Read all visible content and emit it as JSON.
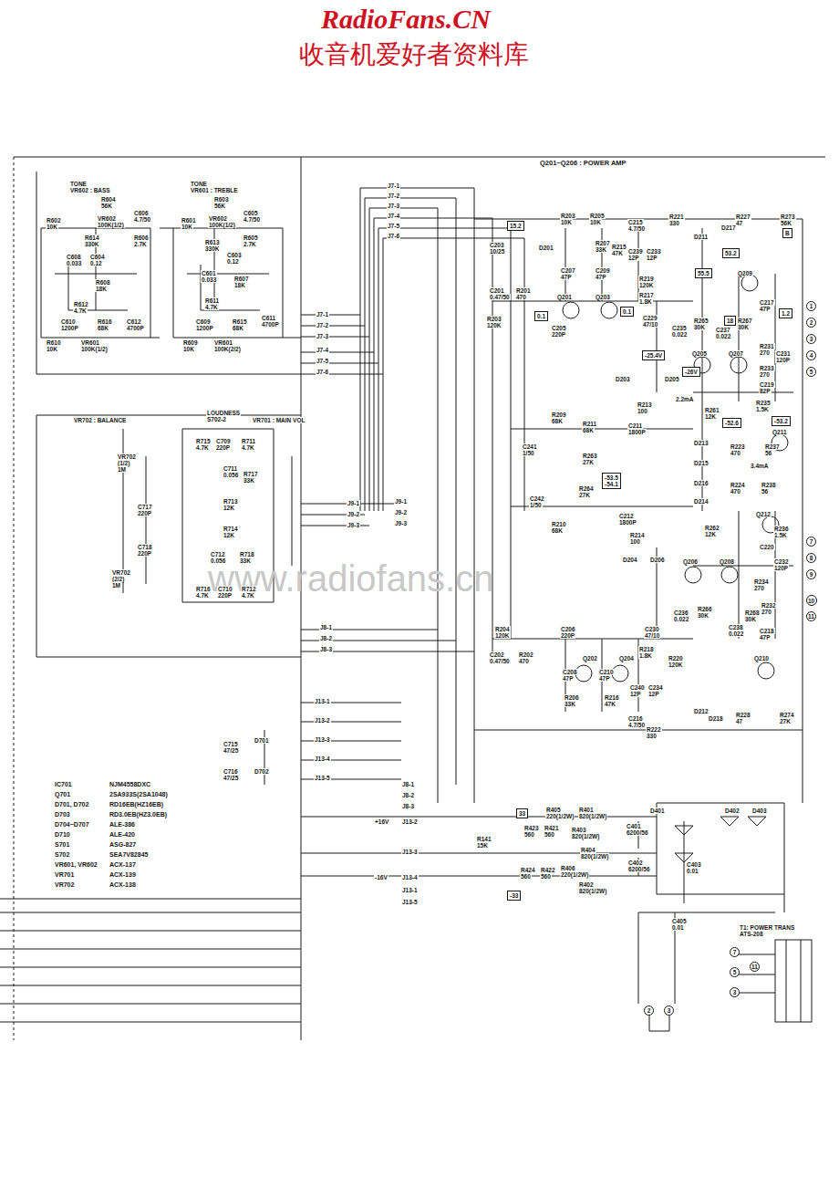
{
  "diagram": {
    "nodes": [
      {
        "text": [
          "15.2"
        ]
      },
      {
        "text": [
          "0.1"
        ]
      },
      {
        "text": [
          "0.1"
        ]
      },
      {
        "text": [
          "55.5"
        ]
      },
      {
        "text": [
          "53.2"
        ]
      },
      {
        "text": [
          "18"
        ]
      },
      {
        "text": [
          "1.2"
        ]
      },
      {
        "text": [
          "B"
        ]
      },
      {
        "text": [
          "-25.4V"
        ]
      },
      {
        "text": [
          "-26V"
        ]
      },
      {
        "text": [
          "-52.6"
        ]
      },
      {
        "text": [
          "-53.2"
        ]
      },
      {
        "text": [
          "-53.5",
          "-54.1"
        ]
      },
      {
        "text": [
          "33"
        ]
      },
      {
        "text": [
          "-33"
        ]
      },
      {
        "text": [
          "1"
        ]
      },
      {
        "text": [
          "2"
        ]
      },
      {
        "text": [
          "3"
        ]
      },
      {
        "text": [
          "4"
        ]
      },
      {
        "text": [
          "5"
        ]
      },
      {
        "text": [
          "7"
        ]
      },
      {
        "text": [
          "8"
        ]
      },
      {
        "text": [
          "9"
        ]
      },
      {
        "text": [
          "10"
        ]
      },
      {
        "text": [
          "11"
        ]
      },
      {
        "text": [
          "2"
        ]
      },
      {
        "text": [
          "3"
        ]
      },
      {
        "text": [
          "7"
        ]
      },
      {
        "text": [
          "5"
        ]
      },
      {
        "text": [
          "11"
        ]
      },
      {
        "text": [
          "3"
        ]
      }
    ],
    "labels": [
      "RadioFans.CN",
      "收音机爱好者资料库",
      "www.radiofans.cn",
      "Q201~Q206 : POWER AMP",
      "TONE",
      "VR602 : BASS",
      "R604",
      "56K",
      "R602",
      "10K",
      "VR602",
      "100K(1/2)",
      "C606",
      "4.7/50",
      "R606",
      "2.7K",
      "R614",
      "330K",
      "C608",
      "0.033",
      "C604",
      "0.12",
      "R608",
      "18K",
      "R612",
      "4.7K",
      "C610",
      "1200P",
      "R616",
      "68K",
      "C612",
      "4700P",
      "R610",
      "10K",
      "VR601",
      "100K(1/2)",
      "TONE",
      "VR601 : TREBLE",
      "R603",
      "56K",
      "R601",
      "10K",
      "VR602",
      "100K(1/2)",
      "C605",
      "4.7/50",
      "R605",
      "2.7K",
      "R613",
      "330K",
      "C603",
      "0.12",
      "C601",
      "0.033",
      "R607",
      "18K",
      "R611",
      "4.7K",
      "C609",
      "1200P",
      "R615",
      "68K",
      "C611",
      "4700P",
      "R609",
      "10K",
      "VR601",
      "100K(2/2)",
      "J7-1",
      "J7-2",
      "J7-3",
      "J7-4",
      "J7-5",
      "J7-6",
      "J7-1",
      "J7-2",
      "J7-3",
      "J7-4",
      "J7-5",
      "J7-6",
      "VR702 : BALANCE",
      "LOUDNESS",
      "S702-2",
      "VR701 : MAIN VOL",
      "VR702",
      "(1/2)",
      "1M",
      "C717",
      "220P",
      "R715",
      "4.7K",
      "C709",
      "220P",
      "R711",
      "4.7K",
      "C711",
      "0.056",
      "R717",
      "33K",
      "R713",
      "12K",
      "R714",
      "12K",
      "C718",
      "220P",
      "VR702",
      "(2/2)",
      "1M",
      "C712",
      "0.056",
      "R718",
      "33K",
      "R716",
      "4.7K",
      "C710",
      "220P",
      "R712",
      "4.7K",
      "J9-1",
      "J9-2",
      "J9-3",
      "J9-1",
      "J9-2",
      "J9-3",
      "J8-1",
      "J8-2",
      "J8-3",
      "J13-1",
      "J13-2",
      "J13-3",
      "J13-4",
      "J13-5",
      "C715",
      "47/25",
      "C716",
      "47/25",
      "D701",
      "D702",
      "IC701",
      "Q701",
      "D701, D702",
      "D703",
      "D704~D707",
      "D710",
      "S701",
      "S702",
      "VR601, VR602",
      "VR701",
      "VR702",
      "NJM4558DXC",
      "2SA933S(2SA1048)",
      "RD16EB(HZ16EB)",
      "RD3.0EB(HZ3.0EB)",
      "ALE-386",
      "ALE-420",
      "ASG-827",
      "SEA7V82845",
      "ACX-137",
      "ACX-139",
      "ACX-138",
      "J8-1",
      "J8-2",
      "J8-3",
      "J13-2",
      "J13-3",
      "J13-4",
      "J13-1",
      "J13-5",
      "+16V",
      "-16V",
      "R203",
      "10K",
      "R205",
      "10K",
      "C215",
      "4.7/50",
      "R221",
      "330",
      "R227",
      "47",
      "R273",
      "56K",
      "D217",
      "D211",
      "C203",
      "10/25",
      "D201",
      "R207",
      "33K",
      "R215",
      "47K",
      "C239",
      "12P",
      "C233",
      "12P",
      "C207",
      "47P",
      "C209",
      "47P",
      "Q209",
      "R219",
      "120K",
      "C201",
      "0.47/50",
      "R201",
      "470",
      "Q201",
      "Q203",
      "R217",
      "1.8K",
      "C217",
      "47P",
      "C229",
      "47/10",
      "R203",
      "120K",
      "C205",
      "220P",
      "R265",
      "30K",
      "R267",
      "30K",
      "C235",
      "0.022",
      "C237",
      "0.022",
      "R231",
      "270",
      "C231",
      "120P",
      "Q205",
      "Q207",
      "R233",
      "270",
      "D203",
      "D205",
      "C219",
      "82P",
      "R213",
      "100",
      "2.2mA",
      "R235",
      "1.5K",
      "R261",
      "12K",
      "R209",
      "68K",
      "R211",
      "68K",
      "C211",
      "1800P",
      "Q211",
      "D213",
      "R223",
      "470",
      "R237",
      "56",
      "C241",
      "1/50",
      "R263",
      "27K",
      "D215",
      "3.4mA",
      "R264",
      "27K",
      "D216",
      "R224",
      "470",
      "R238",
      "56",
      "C242",
      "1/50",
      "D214",
      "Q212",
      "C212",
      "1800P",
      "R210",
      "68K",
      "R262",
      "12K",
      "R236",
      "1.5K",
      "R214",
      "100",
      "C220",
      "D204",
      "D206",
      "Q206",
      "Q208",
      "C232",
      "120P",
      "R234",
      "270",
      "R232",
      "270",
      "R266",
      "30K",
      "R268",
      "30K",
      "C236",
      "0.022",
      "C238",
      "0.022",
      "C218",
      "47P",
      "R204",
      "120K",
      "C206",
      "220P",
      "C230",
      "47/10",
      "R218",
      "1.8K",
      "C202",
      "0.47/50",
      "R202",
      "470",
      "Q202",
      "Q204",
      "R220",
      "120K",
      "Q210",
      "C208",
      "47P",
      "C210",
      "47P",
      "C240",
      "12P",
      "C234",
      "12P",
      "R206",
      "33K",
      "R216",
      "47K",
      "D212",
      "D218",
      "R228",
      "47",
      "R274",
      "27K",
      "C216",
      "4.7/50",
      "R222",
      "330",
      "R405",
      "220(1/2W)",
      "R401",
      "820(1/2W)",
      "R423",
      "560",
      "R421",
      "560",
      "R403",
      "820(1/2W)",
      "C401",
      "6200/56",
      "D401",
      "D402",
      "D403",
      "R141",
      "15K",
      "R404",
      "820(1/2W)",
      "C402",
      "6200/56",
      "C403",
      "0.01",
      "R424",
      "560",
      "R422",
      "560",
      "R406",
      "220(1/2W)",
      "R402",
      "820(1/2W)",
      "C405",
      "0.01",
      "T1: POWER TRANS",
      "ATS-208"
    ]
  }
}
